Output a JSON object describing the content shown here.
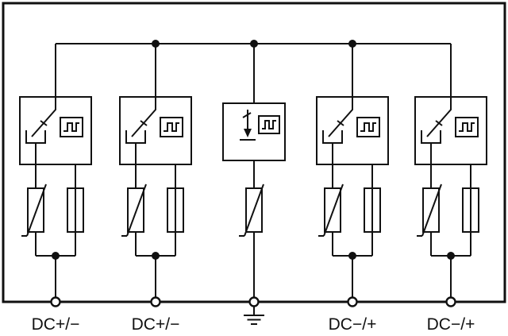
{
  "diagram": {
    "type": "circuit-schematic",
    "colors": {
      "line": "#111111",
      "background": "#ffffff"
    },
    "terminals": [
      {
        "label": "DC+/−",
        "type": "line-terminal"
      },
      {
        "label": "DC+/−",
        "type": "line-terminal"
      },
      {
        "label": "",
        "type": "earth-ground-terminal"
      },
      {
        "label": "DC−/+",
        "type": "line-terminal"
      },
      {
        "label": "DC−/+",
        "type": "line-terminal"
      }
    ],
    "branches": [
      {
        "id": 1,
        "terminal_index": 0,
        "components": [
          "disconnector-switch",
          "status-indicator",
          "varistor",
          "fuse"
        ]
      },
      {
        "id": 2,
        "terminal_index": 1,
        "components": [
          "disconnector-switch",
          "status-indicator",
          "varistor",
          "fuse"
        ]
      },
      {
        "id": 3,
        "terminal_index": 2,
        "components": [
          "spark-gap-disconnector",
          "status-indicator",
          "varistor"
        ]
      },
      {
        "id": 4,
        "terminal_index": 3,
        "components": [
          "disconnector-switch",
          "status-indicator",
          "varistor",
          "fuse"
        ]
      },
      {
        "id": 5,
        "terminal_index": 4,
        "components": [
          "disconnector-switch",
          "status-indicator",
          "varistor",
          "fuse"
        ]
      }
    ]
  }
}
